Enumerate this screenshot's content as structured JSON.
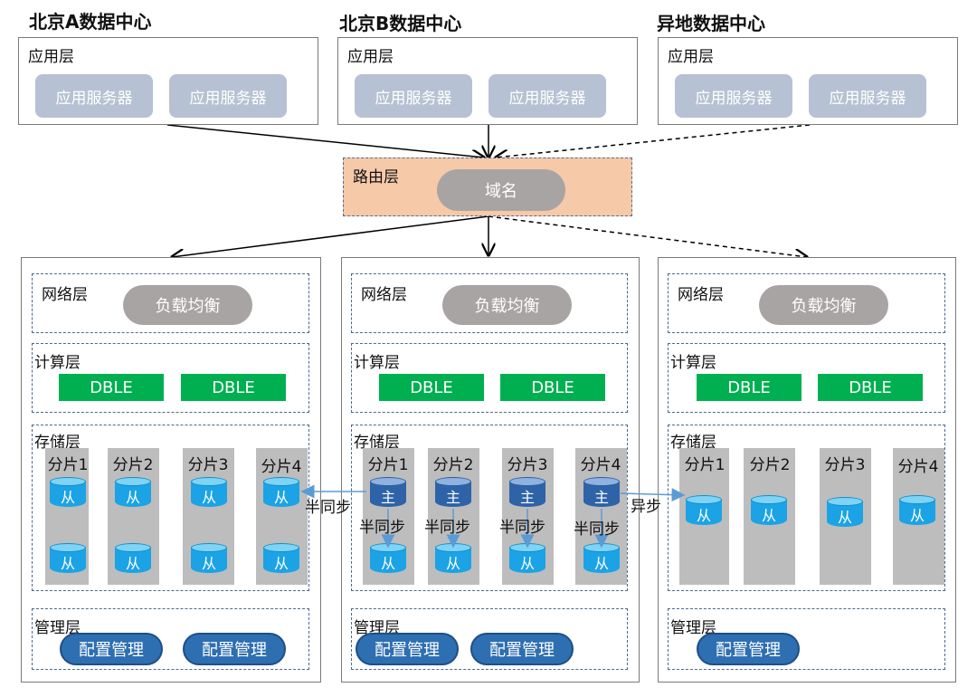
{
  "datacenters": [
    {
      "title": "北京A数据中心"
    },
    {
      "title": "北京B数据中心"
    },
    {
      "title": "异地数据中心"
    }
  ],
  "app_layer": {
    "label": "应用层",
    "server_label": "应用服务器"
  },
  "routing": {
    "label": "路由层",
    "domain": "域名"
  },
  "layers": {
    "network": "网络层",
    "compute": "计算层",
    "storage": "存储层",
    "management": "管理层"
  },
  "network": {
    "lb": "负载均衡"
  },
  "compute": {
    "node": "DBLE"
  },
  "shards": [
    "分片1",
    "分片2",
    "分片3",
    "分片4"
  ],
  "db": {
    "primary": "主",
    "replica": "从"
  },
  "sync": {
    "semi": "半同步",
    "async": "异步"
  },
  "management": {
    "config": "配置管理"
  },
  "colors": {
    "routing_fill": "#f6c9a9",
    "app_server": "#b6c2d3",
    "load_balancer": "#a8a4a3",
    "dble": "#00b050",
    "db_replica": "#1ba3e6",
    "db_primary": "#2e63a8",
    "config": "#2e6fb1",
    "replication_arrow": "#5b9bd5"
  }
}
